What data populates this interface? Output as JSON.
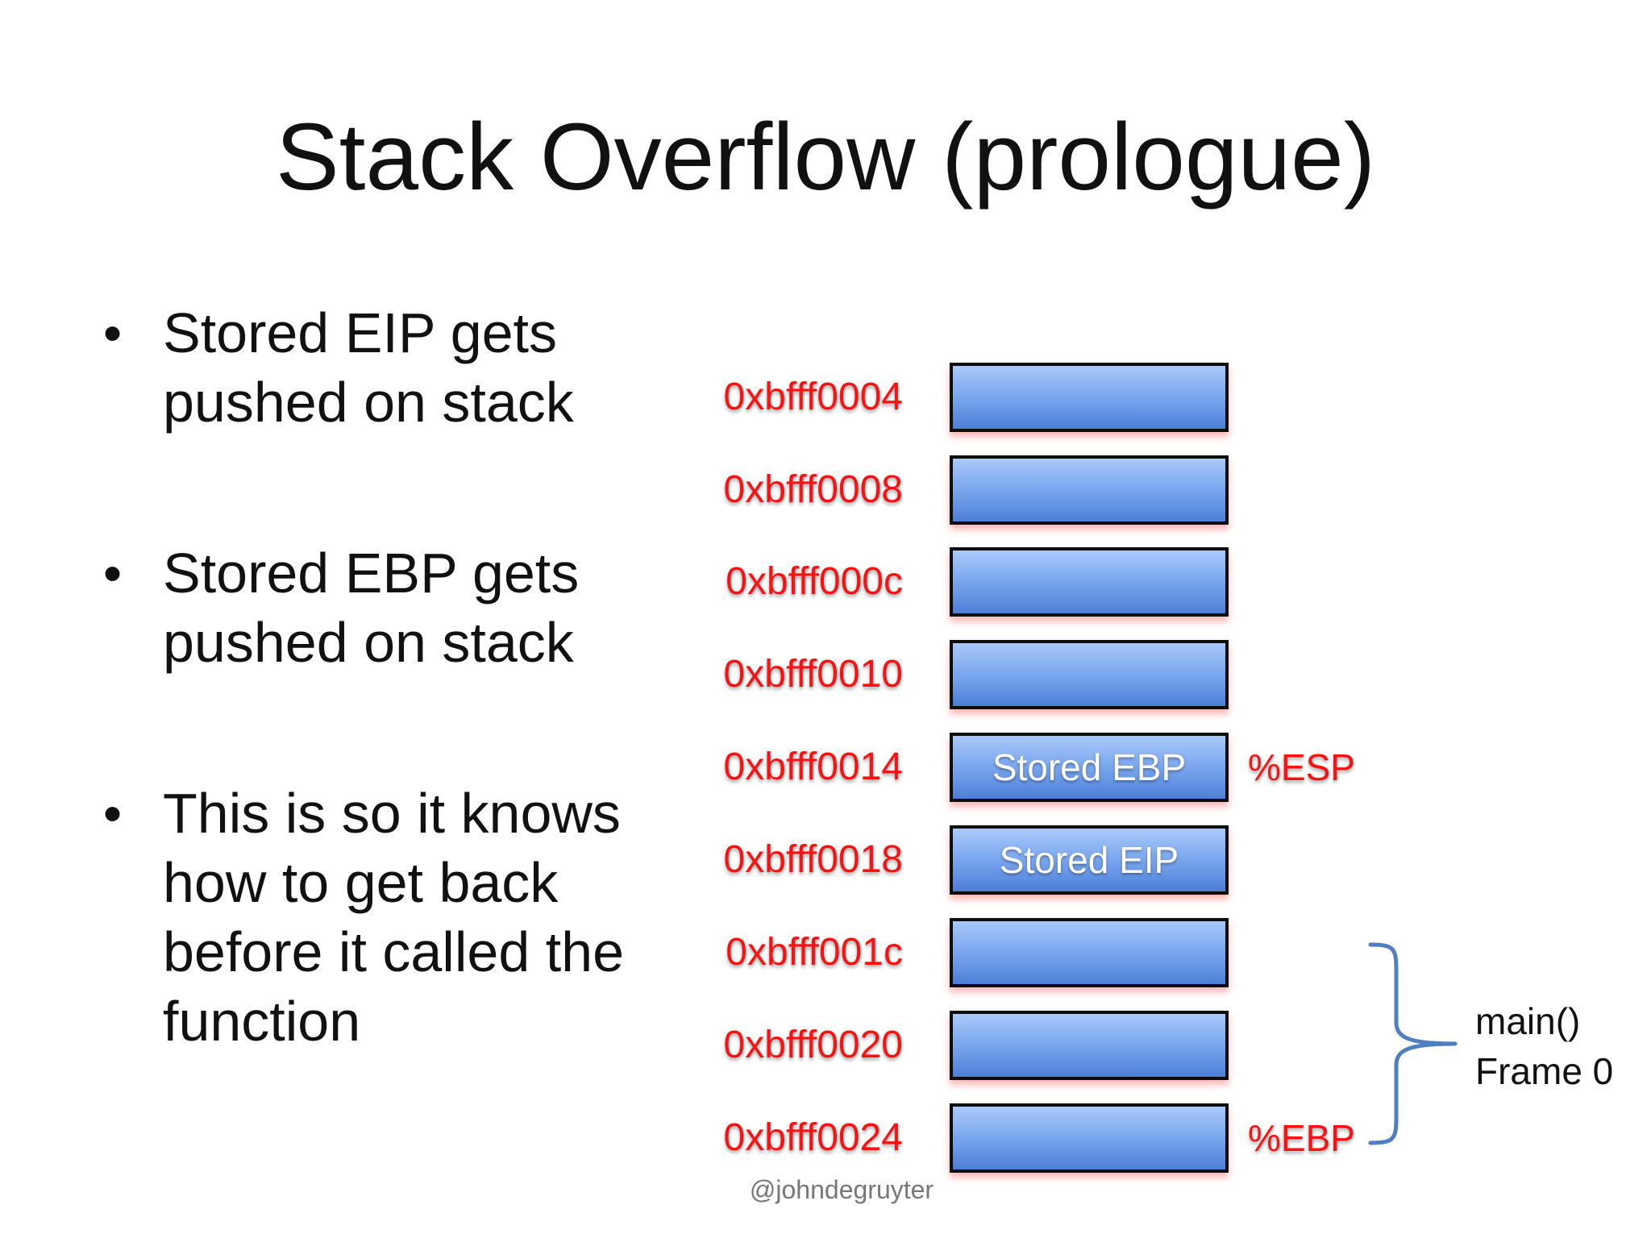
{
  "slide": {
    "title": "Stack Overflow (prologue)",
    "bullets": [
      {
        "line1": "Stored EIP gets",
        "line2": "pushed on stack",
        "line3": "",
        "line4": ""
      },
      {
        "line1": "Stored EBP gets",
        "line2": "pushed on stack",
        "line3": "",
        "line4": ""
      },
      {
        "line1": "This is so it knows",
        "line2": "how to get back",
        "line3": "before it called the",
        "line4": "function"
      }
    ],
    "bullet_glyph": "•",
    "credit": "@johndegruyter"
  },
  "stack": {
    "rows": [
      {
        "address": "0xbfff0004",
        "content": "",
        "register": ""
      },
      {
        "address": "0xbfff0008",
        "content": "",
        "register": ""
      },
      {
        "address": "0xbfff000c",
        "content": "",
        "register": ""
      },
      {
        "address": "0xbfff0010",
        "content": "",
        "register": ""
      },
      {
        "address": "0xbfff0014",
        "content": "Stored EBP",
        "register": "%ESP"
      },
      {
        "address": "0xbfff0018",
        "content": "Stored EIP",
        "register": ""
      },
      {
        "address": "0xbfff001c",
        "content": "",
        "register": ""
      },
      {
        "address": "0xbfff0020",
        "content": "",
        "register": ""
      },
      {
        "address": "0xbfff0024",
        "content": "",
        "register": "%EBP"
      }
    ],
    "frame": {
      "line1": "main()",
      "line2": "Frame 0"
    },
    "colors": {
      "address": "#ff1010",
      "cell_top": "#a9c9fb",
      "cell_bottom": "#4d7fd8",
      "brace": "#4f7fc0"
    }
  }
}
